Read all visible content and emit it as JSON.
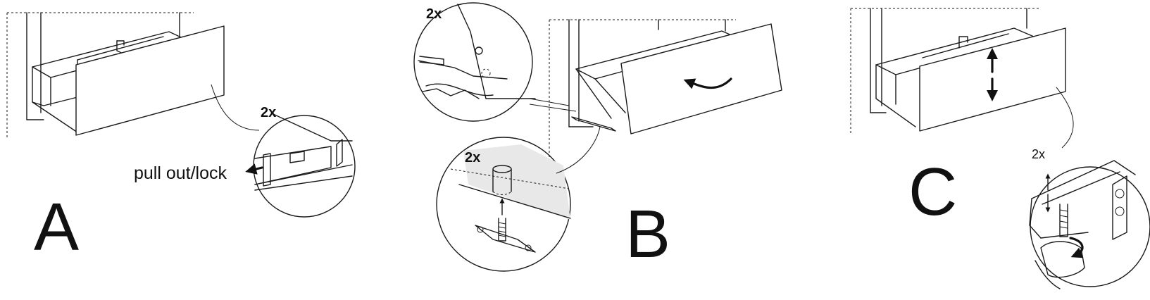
{
  "step_a": {
    "letter": "A",
    "qty": "2x",
    "instruction": "pull out/lock"
  },
  "step_b": {
    "letter": "B",
    "qty_top": "2x",
    "qty_bottom": "2x"
  },
  "step_c": {
    "letter": "C",
    "qty": "2x"
  },
  "colors": {
    "line": "#1a1a1a",
    "shade": "#e8e8e8",
    "background": "#ffffff"
  }
}
